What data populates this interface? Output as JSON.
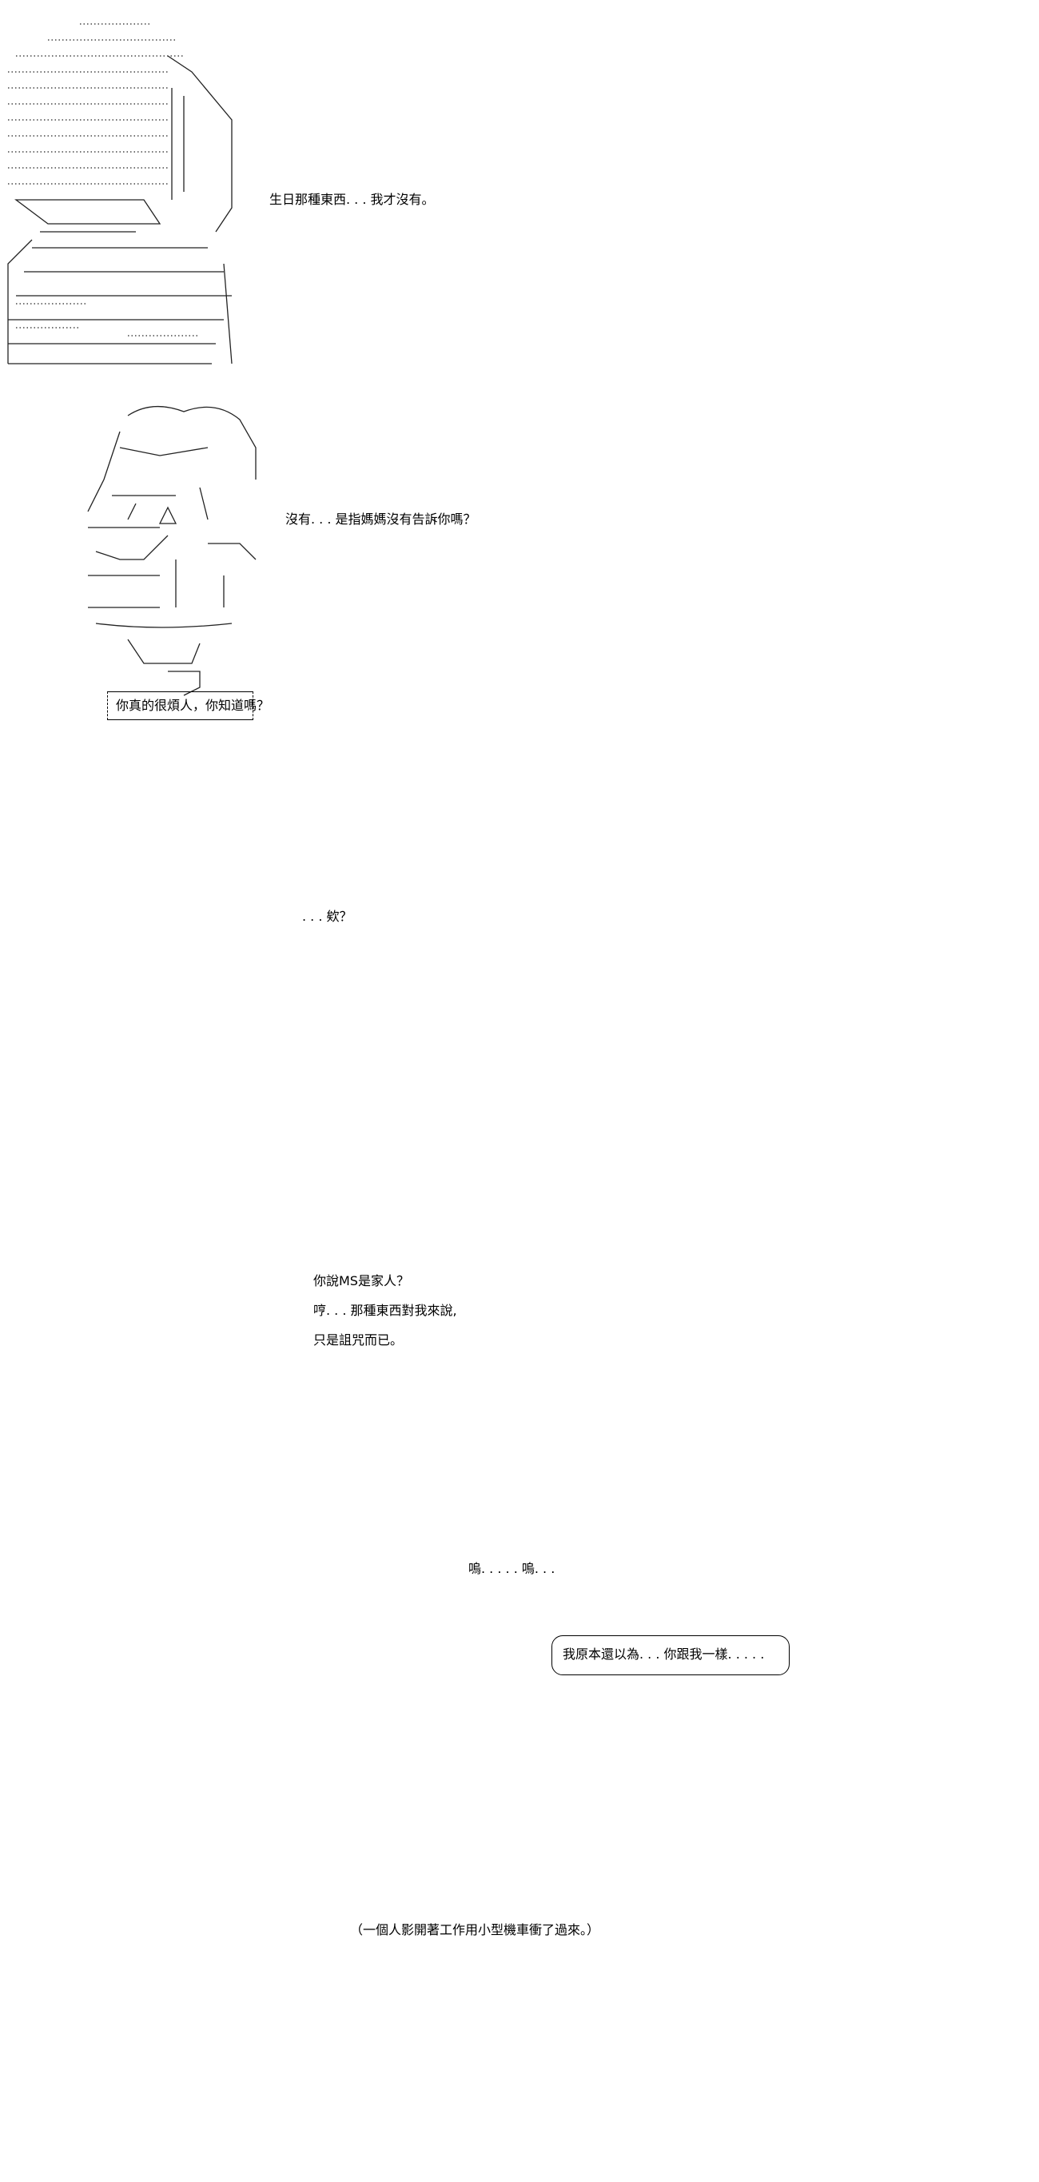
{
  "panels": [
    {
      "dialogue": [
        "生日那種東西. . . 我才沒有。"
      ]
    },
    {
      "dialogue": [
        "沒有. . . 是指媽媽沒有告訴你嗎？"
      ],
      "caption_box": "你真的很煩人，你知道嗎？"
    },
    {
      "dialogue": [
        ". . . 欸？"
      ]
    },
    {
      "dialogue": [
        "你說MS是家人？",
        "哼. . . 那種東西對我來說,",
        "只是詛咒而已。"
      ]
    },
    {
      "dialogue": [
        "嗚. . . . . 嗚. . ."
      ],
      "speech_bubble": "我原本還以為. . . 你跟我一樣. . . . ."
    },
    {
      "dialogue": [
        "（一個人影開著工作用小型機車衝了過來。）"
      ]
    }
  ]
}
